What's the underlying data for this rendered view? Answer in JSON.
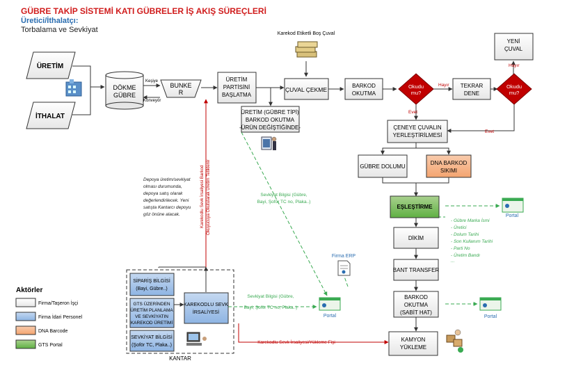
{
  "header": {
    "title": "GÜBRE TAKİP SİSTEMİ KATI GÜBRELER İŞ AKIŞ SÜREÇLERİ",
    "subtitle": "Üretici/İthalatçı:",
    "subtitle2": "Torbalama ve Sevkiyat"
  },
  "colors": {
    "firma": "#f2f2f2",
    "idari": "#8eb4e3",
    "dna": "#f4b183",
    "gts": "#7dc46a",
    "decision": "#c00000",
    "red_line": "#c00000",
    "green_dash": "#3aaa52"
  },
  "nodes": {
    "uretim": "ÜRETİM",
    "ithalat": "İTHALAT",
    "dokme_l1": "DÖKME",
    "dokme_l2": "GÜBRE",
    "bunker_l1": "BUNKE",
    "bunker_l2": "R",
    "partisi_l1": "ÜRETİM",
    "partisi_l2": "PARTİSİNİ",
    "partisi_l3": "BAŞLATMA",
    "uretim_degis_l1": "ÜRETİM (GÜBRE TİPİ)",
    "uretim_degis_l2": "BARKOD OKUTMA",
    "uretim_degis_l3": "-ÜRÜN DEĞİŞTİĞİNDE-",
    "cuval_cekme": "ÇUVAL ÇEKME",
    "karekod_etiketli": "Karekod Etiketli Boş Çuval",
    "barkod_okutma_l1": "BARKOD",
    "barkod_okutma_l2": "OKUTMA",
    "okudu_l1": "Okudu",
    "okudu_l2": "mu?",
    "tekrar_l1": "TEKRAR",
    "tekrar_l2": "DENE",
    "yeni_cuval_l1": "YENİ",
    "yeni_cuval_l2": "ÇUVAL",
    "ceneye_l1": "ÇENEYE ÇUVALIN",
    "ceneye_l2": "YERLEŞTİRİLMESİ",
    "gubre_dolumu": "GÜBRE DOLUMU",
    "dna_l1": "DNA BARKOD",
    "dna_l2": "SIKIMI",
    "eslestirme": "EŞLEŞTİRME",
    "dikim": "DİKİM",
    "bant_transfer": "BANT TRANSFER",
    "barkod_sabit_l1": "BARKOD",
    "barkod_sabit_l2": "OKUTMA",
    "barkod_sabit_l3": "(SABİT HAT)",
    "kamyon_l1": "KAMYON",
    "kamyon_l2": "YÜKLEME",
    "siparis_l1": "SİPARİŞ BİLGİSİ",
    "siparis_l2": "(Bayi, Gübre..)",
    "gts_uretim_l1": "GTS ÜZERİNDEN",
    "gts_uretim_l2": "ÜRETİM PLANLAMA",
    "gts_uretim_l3": "VE SEVKİYATIN",
    "gts_uretim_l4": "KAREKOD ÜRETİMİ",
    "sevkiyat_bilgisi_l1": "SEVKİYAT BİLGİSİ",
    "sevkiyat_bilgisi_l2": "(Şoför TC, Plaka..)",
    "karekodlu_sevk_l1": "KAREKODLU SEVK",
    "karekodlu_sevk_l2": "İRSALİYESİ",
    "kantar": "KANTAR",
    "portal": "Portal",
    "firma_erp": "Firma ERP"
  },
  "labels": {
    "kesiye": "Keşiye",
    "konveyor": "Konveyör",
    "hayir": "Hayır",
    "evet": "Evet",
    "depoya_note": [
      "Depoya üretim/sevkiyat",
      "olması durumunda,",
      "depoya satış olarak",
      "değerlendirilecek. Yeni",
      "satışta Kantarcı depoyu",
      "göz önüne alacak."
    ],
    "vertical_red_l1": "Karekodlu Sevk İrsaliyesi Barkod",
    "vertical_red_l2": "Okuyucuya Okutularak Üretim Tetiklenir",
    "sevkiyat_green1_l1": "Sevkiyat Bilgisi (Gübre,",
    "sevkiyat_green1_l2": "Bayi, Şoför TC no, Plaka..)",
    "sevkiyat_green2_l1": "Sevkiyat Bilgisi (Gübre,",
    "sevkiyat_green2_l2": "Bayi, Şoför TC no, Plaka..)",
    "yukleme_fisi": "Karekodlu Sevk İrsaliyesi/Yükleme Fişi",
    "info_list": [
      "- Gübre Marka İsmi",
      "- Üretici",
      "- Dolum Tarihi",
      "- Son Kullanım Tarihi",
      "- Parti No",
      "- Üretim Bandı",
      "..."
    ]
  },
  "legend": {
    "title": "Aktörler",
    "items": [
      {
        "label": "Firma/Taşeron İşçi",
        "color": "#f2f2f2"
      },
      {
        "label": "Firma İdari Personel",
        "color": "#8eb4e3"
      },
      {
        "label": "DNA Barcode",
        "color": "#f4b183"
      },
      {
        "label": "GTS Portal",
        "color": "#7dc46a"
      }
    ]
  }
}
